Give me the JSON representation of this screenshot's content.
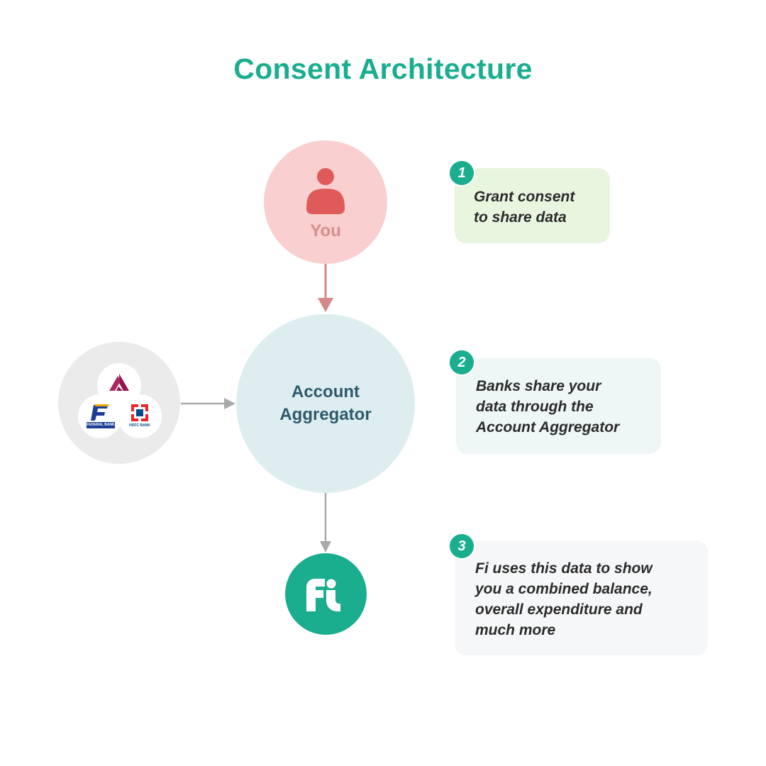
{
  "title": "Consent Architecture",
  "nodes": {
    "you": {
      "label": "You"
    },
    "aggregator": {
      "label_line1": "Account",
      "label_line2": "Aggregator"
    },
    "banks": {
      "federal_bank": "FEDERAL BANK",
      "hdfc_bank": "HDFC BANK"
    },
    "fi": {
      "logo_text": "Fi"
    }
  },
  "steps": [
    {
      "number": "1",
      "text_lines": [
        "Grant consent",
        "to share data"
      ]
    },
    {
      "number": "2",
      "text_lines": [
        "Banks share your",
        "data through the",
        "Account Aggregator"
      ]
    },
    {
      "number": "3",
      "text_lines": [
        "Fi uses this data to show",
        "you a combined balance,",
        "overall expenditure and",
        "much more"
      ]
    }
  ],
  "colors": {
    "brand_green": "#1aae8e",
    "you_circle": "#f9cfcf",
    "you_icon": "#e05a5a",
    "aggregator_circle": "#deeef0",
    "card_1": "#e8f6e0",
    "card_2": "#eef6f6",
    "card_3": "#f6f7f8"
  }
}
